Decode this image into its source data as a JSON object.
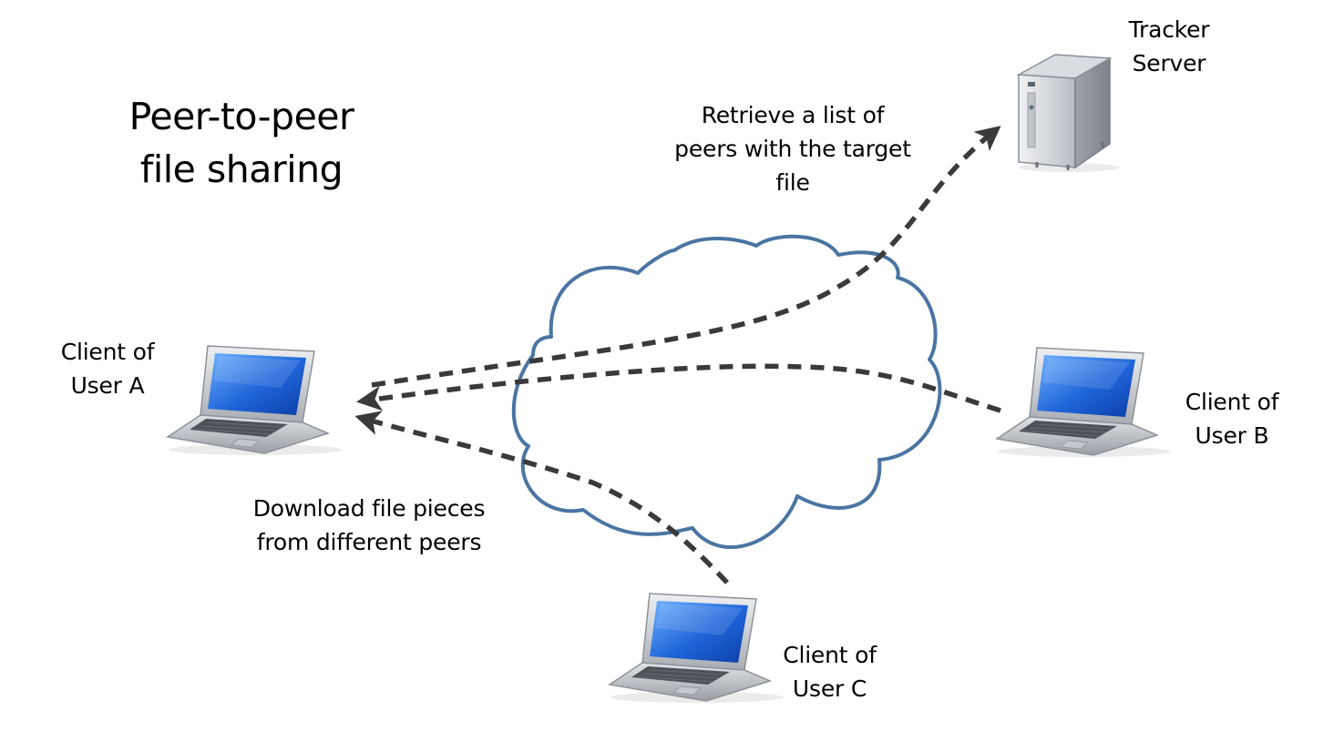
{
  "diagram": {
    "title": "Peer-to-peer\nfile sharing",
    "nodes": {
      "tracker": {
        "label": "Tracker\nServer",
        "icon": "server-tower-icon"
      },
      "client_a": {
        "label": "Client of\nUser A",
        "icon": "laptop-icon"
      },
      "client_b": {
        "label": "Client of\nUser B",
        "icon": "laptop-icon"
      },
      "client_c": {
        "label": "Client of\nUser C",
        "icon": "laptop-icon"
      },
      "network": {
        "icon": "cloud-icon"
      }
    },
    "edge_labels": {
      "retrieve": "Retrieve a list of\npeers with the target\nfile",
      "download": "Download file pieces\nfrom different peers"
    },
    "edges": [
      {
        "from": "client_a",
        "to": "tracker",
        "style": "dashed"
      },
      {
        "from": "client_b",
        "to": "client_a",
        "style": "dashed"
      },
      {
        "from": "client_c",
        "to": "client_a",
        "style": "dashed"
      }
    ],
    "colors": {
      "cloud_stroke": "#4a75a3",
      "arrow": "#3a3a3a",
      "laptop_screen": "#1f64d8",
      "server_body": "#c9ccd2"
    }
  }
}
